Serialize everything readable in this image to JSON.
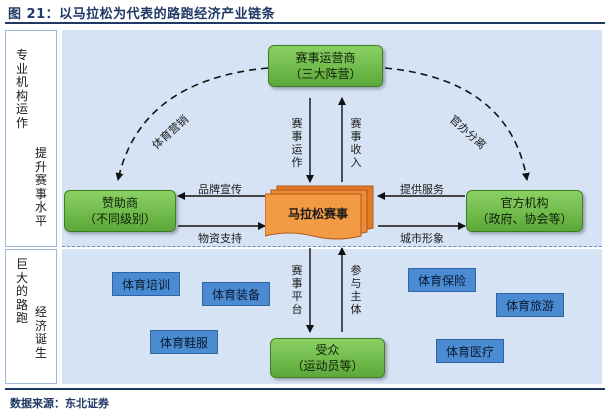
{
  "title": "图 21：以马拉松为代表的路跑经济产业链条",
  "side_labels": {
    "top_left": "专业机构运作",
    "top_right": "提升赛事水平",
    "bottom_left": "巨大的路跑",
    "bottom_right": "经济诞生"
  },
  "nodes": {
    "organizer": {
      "line1": "赛事运营商",
      "line2": "（三大阵营）"
    },
    "sponsor": {
      "line1": "赞助商",
      "line2": "（不同级别）"
    },
    "official": {
      "line1": "官方机构",
      "line2": "（政府、协会等）"
    },
    "audience": {
      "line1": "受众",
      "line2": "（运动员等）"
    },
    "marathon": "马拉松赛事"
  },
  "flows": {
    "sports_marketing": "体育营销",
    "official_partner": "官办分离",
    "event_operation": "赛事运作",
    "event_income": "赛事收入",
    "brand_promotion": "品牌宣传",
    "material_support": "物资支持",
    "provide_services": "提供服务",
    "city_image": "城市形象",
    "event_platform": "赛事平台",
    "participation": "参与主体"
  },
  "industries": [
    "体育培训",
    "体育装备",
    "体育鞋服",
    "体育保险",
    "体育旅游",
    "体育医疗"
  ],
  "source": "数据来源：东北证券"
}
